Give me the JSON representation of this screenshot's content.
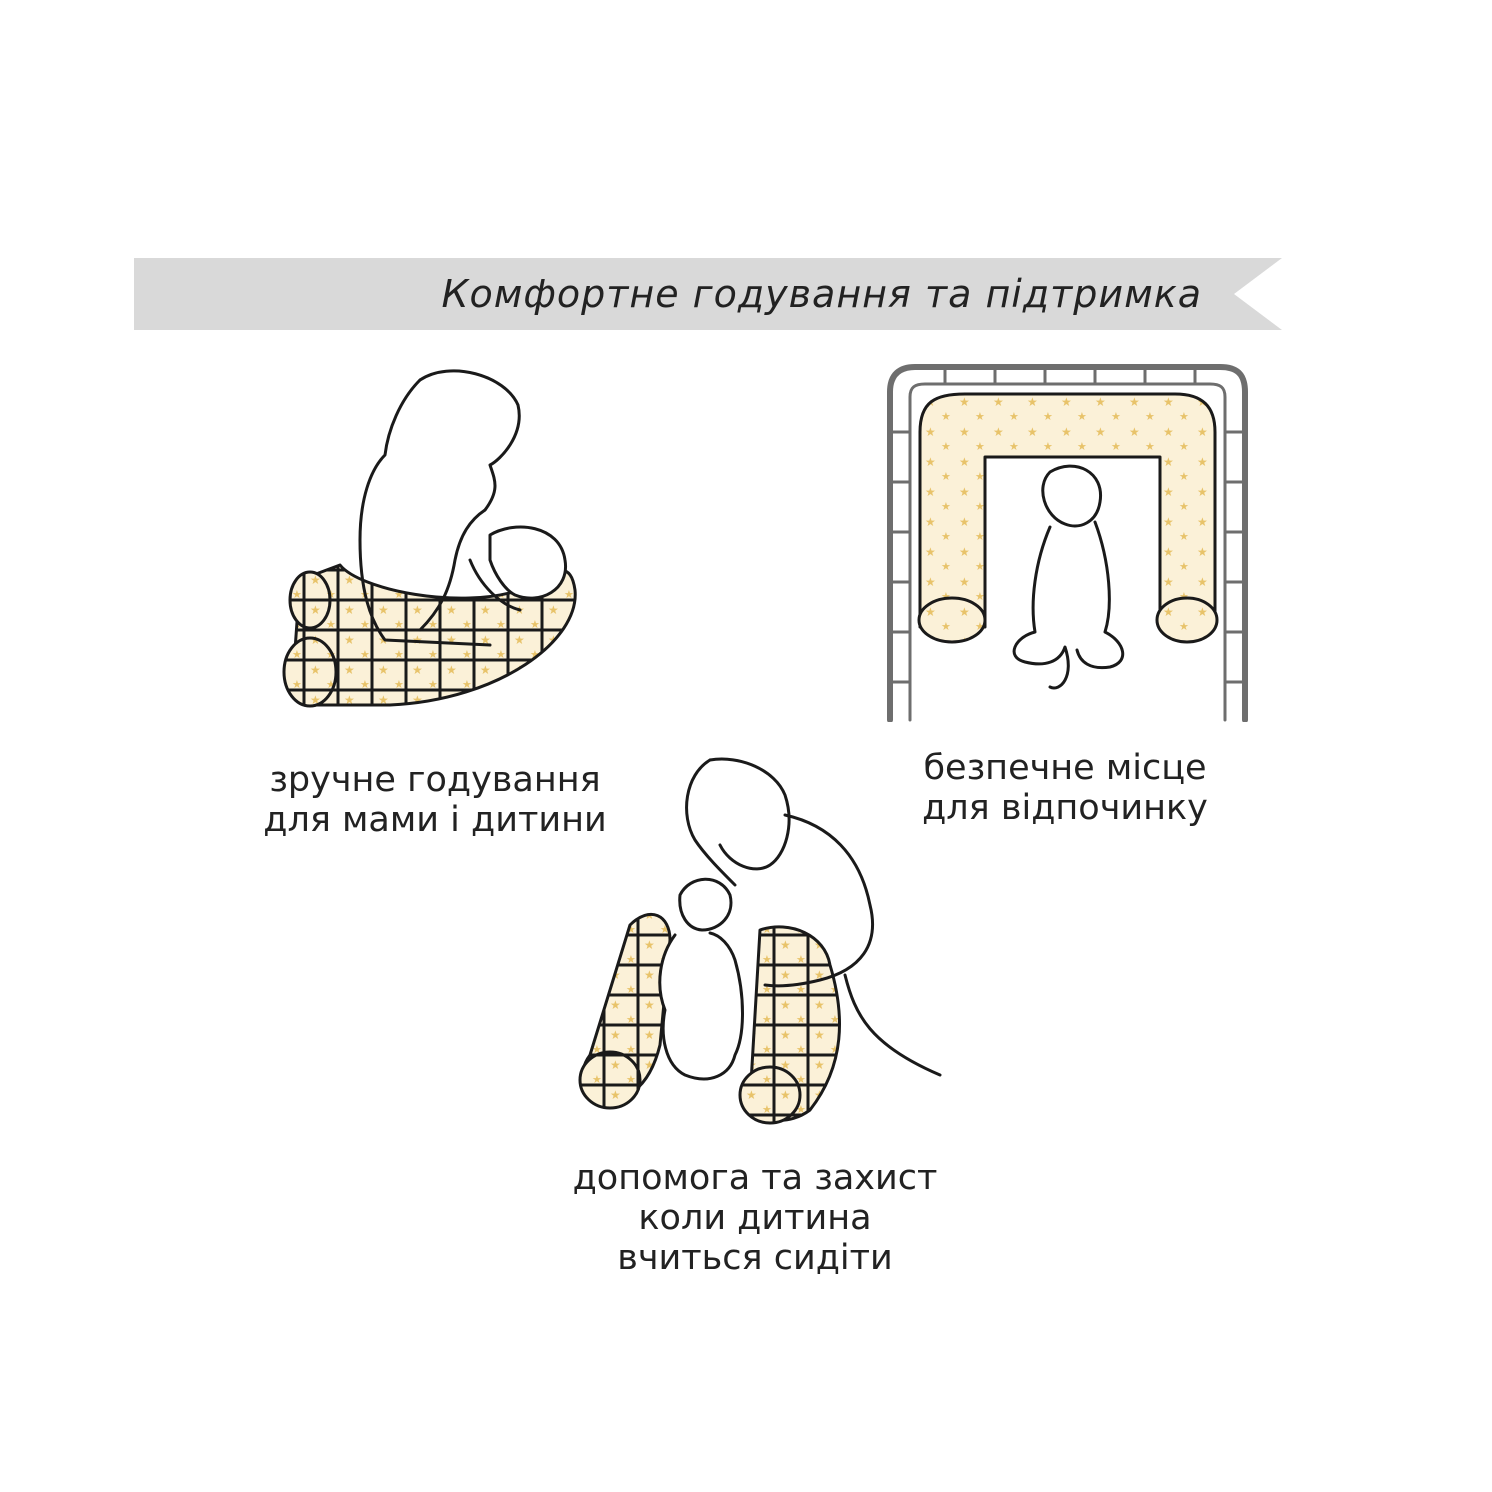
{
  "banner": {
    "title": "Комфортне годування та  підтримка"
  },
  "colors": {
    "banner_bg": "#d9d9d9",
    "pillow_fill": "#fbf1d8",
    "star": "#e8c36a",
    "crib": "#6e6e6e",
    "line": "#1a1a1a"
  },
  "features": [
    {
      "icon": "breastfeeding-illustration",
      "lines": [
        "зручне годування",
        "для мами і дитини"
      ]
    },
    {
      "icon": "crib-illustration",
      "lines": [
        "безпечне місце",
        "для відпочинку"
      ]
    },
    {
      "icon": "sitting-support-illustration",
      "lines": [
        "допомога та захист",
        "коли дитина",
        "вчиться сидіти"
      ]
    }
  ]
}
